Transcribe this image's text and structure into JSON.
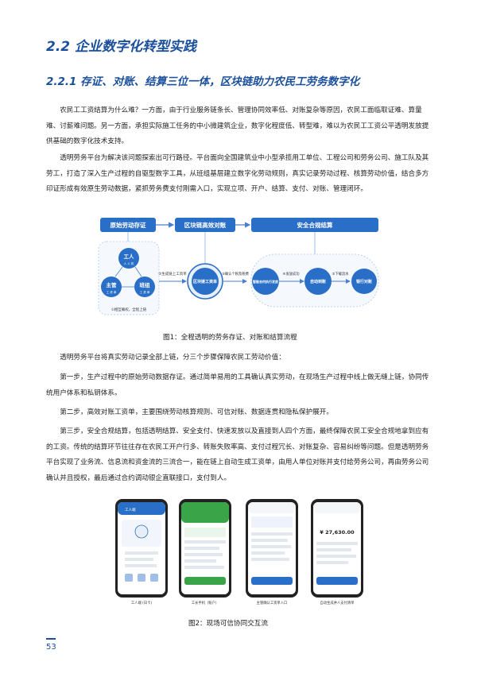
{
  "section_title": "2.2 企业数字化转型实践",
  "subsection_title": "2.2.1 存证、对账、结算三位一体，区块链助力农民工劳务数字化",
  "paragraphs": [
    "农民工工资结算为什么难？一方面，由于行业服务链条长、管理协同效率低、对账复杂等原因，农民工面临取证难、算量难、讨薪难问题。另一方面，承担实际施工任务的中小微建筑企业，数字化程度低、转型难，难以为农民工工资公平透明发放提供基础的数字化技术支持。",
    "透明劳务平台为解决该问题探索出可行路径。平台面向全国建筑业中小型承揽用工单位、工程公司和劳务公司、施工队及其劳工，打造了深入生产过程的自驱型数字工具，从班组基层建立数字化劳动规则，真实记录劳动过程、核算劳动价值，结合多方印证形成有效原生劳动数据，紧抓劳务费支付刚需入口，实现立项、开户、结算、支付、对账、管理闭环。",
    "透明劳务平台将真实劳动记录全部上链，分三个步骤保障农民工劳动价值：",
    "第一步，生产过程中的原始劳动数据存证。通过简单易用的工具确认真实劳动，在现场生产过程中线上做无缝上链，协同传统用户体系和私钥体系。",
    "第二步，高效对账工资单，主要围绕劳动核算规则、可信对账、数据连贯和隐私保护展开。",
    "第三步，安全合规结算，包括透明结算、安全支付、快速发放以及直接到人四个方面，最终保障农民工安全合规地拿到应有的工资。传统的结算环节往往存在农民工开户行多、转账失败率高、支付过程冗长、对账复杂、容易纠纷等问题。但是透明劳务平台实现了业务流、信息流和资金流的三流合一，能在链上自动生成工资单，由用人单位对账并支付给劳务公司，再由劳务公司确认并且授权，最后通过合约调动银企直联接口，支付到人。"
  ],
  "figure1": {
    "caption": "图1：全程透明的劳务存证、对账和结算流程",
    "header_left": "原始劳动存证",
    "header_mid": "区块链高效对账",
    "header_right": "安全合规结算",
    "node_worker": "工人",
    "node_worker_sub": "人 人 机",
    "node_foreman": "主管",
    "node_foreman_sub": "工 资 单",
    "node_leader": "班组",
    "node_leader_sub": "工 资 单",
    "note_mutual": "①相互确权，全程上链",
    "step2": "②生成链上工资单",
    "node_chain_payroll": "区块链工资单",
    "step3": "③确认个税及税费",
    "node_contract": "智能合约执行发放",
    "step4": "④发放成功",
    "node_auto_bank": "自动到账",
    "step5": "⑤下载流水",
    "node_bank_recon": "银行对账"
  },
  "figure2": {
    "caption": "图2：现场可信协同交互流",
    "phone1_title": "工人端",
    "phone1_label": "工人端 (日卡)",
    "phone2_label": "工长手机（账户）",
    "phone3_label": "主管确认工资单入口",
    "phone4_amount": "¥ 27,630.00",
    "phone4_label": "自动生成并人支付清单"
  },
  "page_number": "53",
  "colors": {
    "heading_blue": "#1a4f9c",
    "box_blue": "#2a6fc7",
    "light_blue": "#e7f0fb"
  }
}
